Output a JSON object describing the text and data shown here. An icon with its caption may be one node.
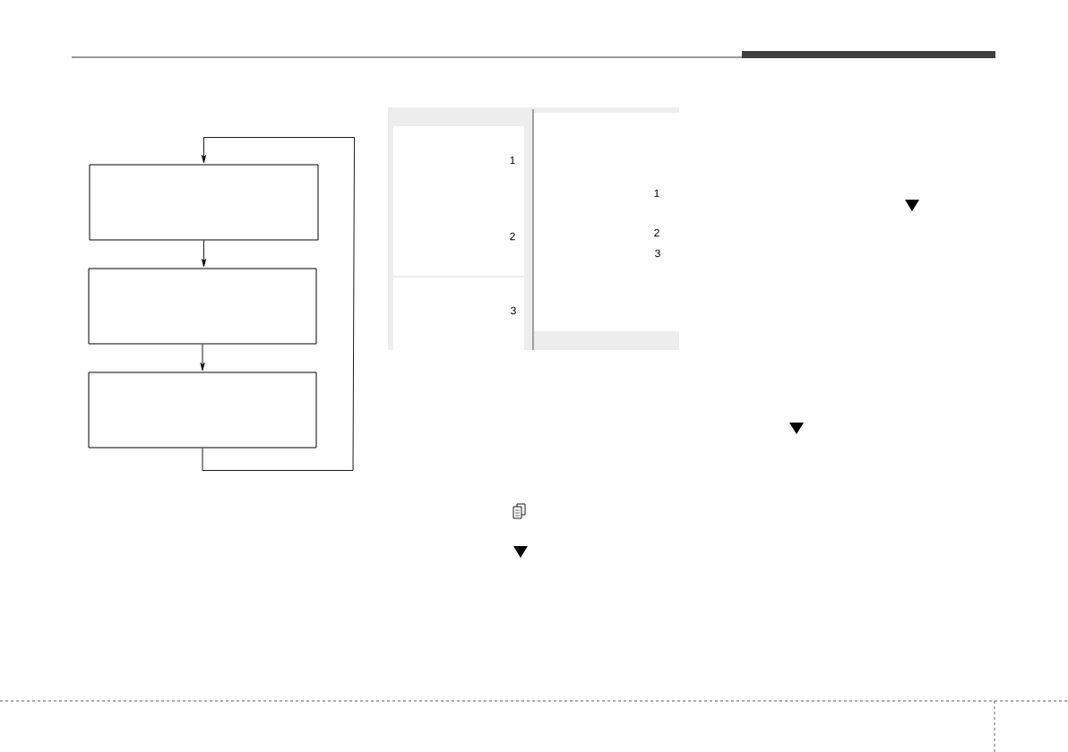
{
  "diagram": {
    "nodes": [
      {
        "text": [],
        "shape": "box"
      },
      {
        "text": [],
        "shape": "box"
      },
      {
        "text": [],
        "shape": "box"
      }
    ],
    "edges": [
      {
        "from": 0,
        "to": 1,
        "arrow": "to"
      },
      {
        "from": 1,
        "to": 2,
        "arrow": "to"
      },
      {
        "from": 2,
        "to": 0,
        "arrow": "to"
      }
    ],
    "labels": [
      "1",
      "2",
      "3",
      "1",
      "2",
      "3"
    ]
  }
}
